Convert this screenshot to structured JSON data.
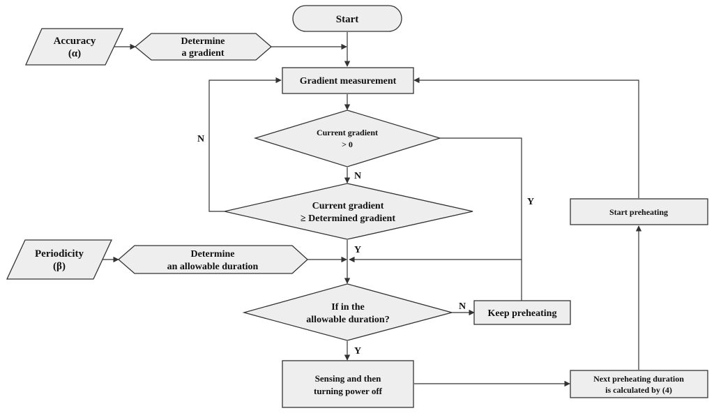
{
  "nodes": {
    "start": "Start",
    "accuracy": [
      "Accuracy",
      "(α)"
    ],
    "determine_gradient": [
      "Determine",
      "a gradient"
    ],
    "gradient_measurement": "Gradient measurement",
    "current_gradient_gt0": [
      "Current gradient",
      "> 0"
    ],
    "current_ge_determined": [
      "Current gradient",
      "≥ Determined gradient"
    ],
    "periodicity": [
      "Periodicity",
      "(β)"
    ],
    "determine_duration": [
      "Determine",
      "an allowable duration"
    ],
    "if_allowable": [
      "If in the",
      "allowable duration?"
    ],
    "keep_preheating": "Keep preheating",
    "sensing_power_off": [
      "Sensing and then",
      "turning power off"
    ],
    "next_preheating": [
      "Next preheating duration",
      "is calculated by (4)"
    ],
    "start_preheating": "Start preheating"
  },
  "edge_labels": {
    "gt0_no": "N",
    "ge_no": "N",
    "ge_yes": "Y",
    "gt0_yes": "Y",
    "allowable_no": "N",
    "allowable_yes": "Y"
  }
}
